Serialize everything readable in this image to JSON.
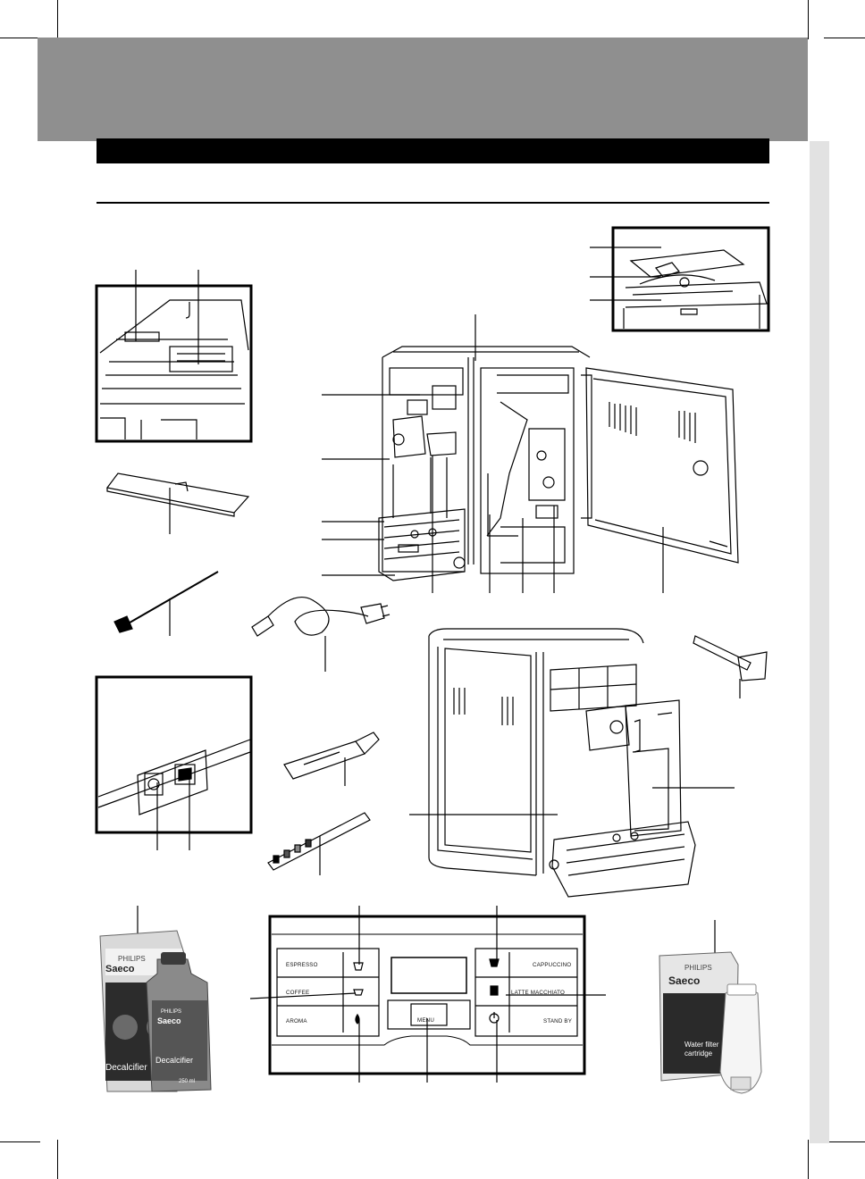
{
  "control_panel": {
    "left_buttons": [
      "ESPRESSO",
      "COFFEE",
      "AROMA"
    ],
    "right_buttons": [
      "CAPPUCCINO",
      "LATTE MACCHIATO",
      "STAND BY"
    ],
    "menu_label": "MENU"
  },
  "descaler_box": {
    "brand": "PHILIPS",
    "sub_brand": "Saeco",
    "product": "Decalcifier",
    "volume": "250 ml"
  },
  "filter_box": {
    "brand": "PHILIPS",
    "sub_brand": "Saeco",
    "product_line1": "Water filter",
    "product_line2": "cartridge"
  },
  "colors": {
    "header_gray": "#8f8f8f",
    "strip_gray": "#e2e2e2",
    "line": "#000000"
  }
}
